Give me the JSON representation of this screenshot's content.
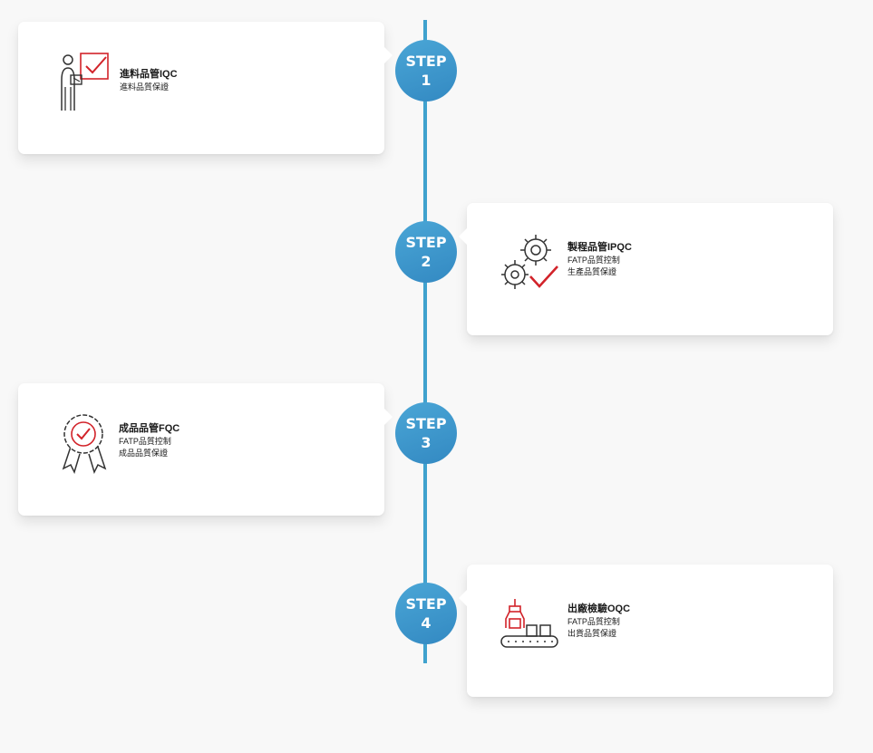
{
  "steps": [
    {
      "label": "STEP",
      "number": "1",
      "title": "進料品管IQC",
      "lines": [
        "進料品質保證"
      ],
      "icon": "inspector-checklist-icon"
    },
    {
      "label": "STEP",
      "number": "2",
      "title": "製程品管IPQC",
      "lines": [
        "FATP品質控制",
        "生產品質保證"
      ],
      "icon": "gears-check-icon"
    },
    {
      "label": "STEP",
      "number": "3",
      "title": "成品品管FQC",
      "lines": [
        "FATP品質控制",
        "成品品質保證"
      ],
      "icon": "certified-badge-icon"
    },
    {
      "label": "STEP",
      "number": "4",
      "title": "出廠檢驗OQC",
      "lines": [
        "FATP品質控制",
        "出貨品質保證"
      ],
      "icon": "conveyor-robot-icon"
    }
  ],
  "colors": {
    "timeline": "#3fa2ce",
    "step_circle": "#3389c2",
    "accent_red": "#d2232a",
    "icon_dark": "#333333"
  }
}
